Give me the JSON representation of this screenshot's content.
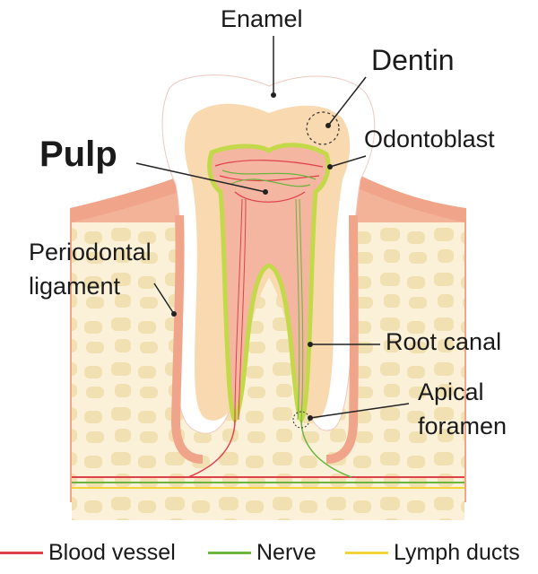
{
  "labels": {
    "enamel": "Enamel",
    "dentin": "Dentin",
    "pulp": "Pulp",
    "odontoblast": "Odontoblast",
    "periodontal_line1": "Periodontal",
    "periodontal_line2": "ligament",
    "root_canal": "Root canal",
    "apical_line1": "Apical",
    "apical_line2": "foramen"
  },
  "legend": [
    {
      "label": "Blood vessel",
      "color": "#e0404a",
      "icon": "blood-vessel-line"
    },
    {
      "label": "Nerve",
      "color": "#6cb33f",
      "icon": "nerve-line"
    },
    {
      "label": "Lymph ducts",
      "color": "#f2d338",
      "icon": "lymph-duct-line"
    }
  ],
  "colors": {
    "enamel": "#ffffff",
    "dentin": "#f9d9b0",
    "pulp": "#f4b6a0",
    "gum": "#f0a58a",
    "bone_bg": "#fbf0d8",
    "bone_cell": "#f1e0b2",
    "blood": "#e0404a",
    "nerve": "#6cb33f",
    "lymph": "#f2d338"
  }
}
